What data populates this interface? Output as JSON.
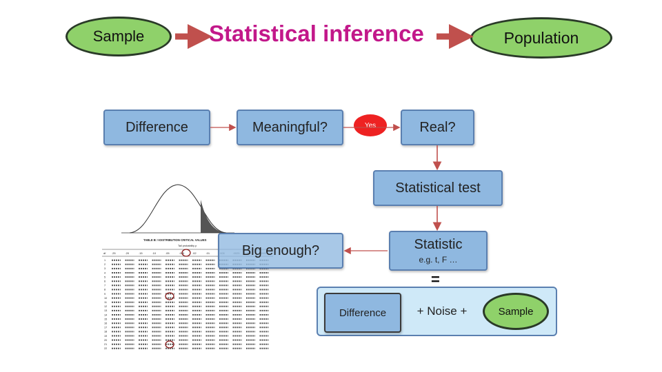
{
  "top": {
    "left_ellipse": "Sample",
    "center_title": "Statistical inference",
    "right_ellipse": "Population"
  },
  "flow": {
    "difference": "Difference",
    "meaningful": "Meaningful?",
    "yes_badge": "Yes",
    "real": "Real?",
    "statistical_test": "Statistical test",
    "statistic": "Statistic",
    "statistic_sub": "e.g. t, F …",
    "big_enough": "Big enough?"
  },
  "equation": {
    "equals": "=",
    "difference": "Difference",
    "noise": "+ Noise +",
    "sample": "Sample"
  },
  "table_figure": {
    "title": "TABLE B: t-DISTRIBUTION CRITICAL VALUES",
    "tail_label": "Tail probability p",
    "df_header": "df",
    "p_headers": [
      ".25",
      ".20",
      ".15",
      ".10",
      ".05",
      ".025",
      ".02",
      ".01",
      ".005",
      ".0025",
      ".001",
      ".0005"
    ],
    "df_values": [
      "1",
      "2",
      "3",
      "4",
      "5",
      "6",
      "7",
      "8",
      "9",
      "10",
      "11",
      "12",
      "13",
      "14",
      "15",
      "16",
      "17",
      "18",
      "19",
      "20",
      "21",
      "22"
    ]
  },
  "colors": {
    "ellipse_fill": "#8fd16a",
    "box_fill": "#8fb8e0",
    "title": "#c2188a",
    "arrow": "#c0504d",
    "yes_fill": "#ee2222",
    "panel_fill": "#cfe9f8"
  }
}
